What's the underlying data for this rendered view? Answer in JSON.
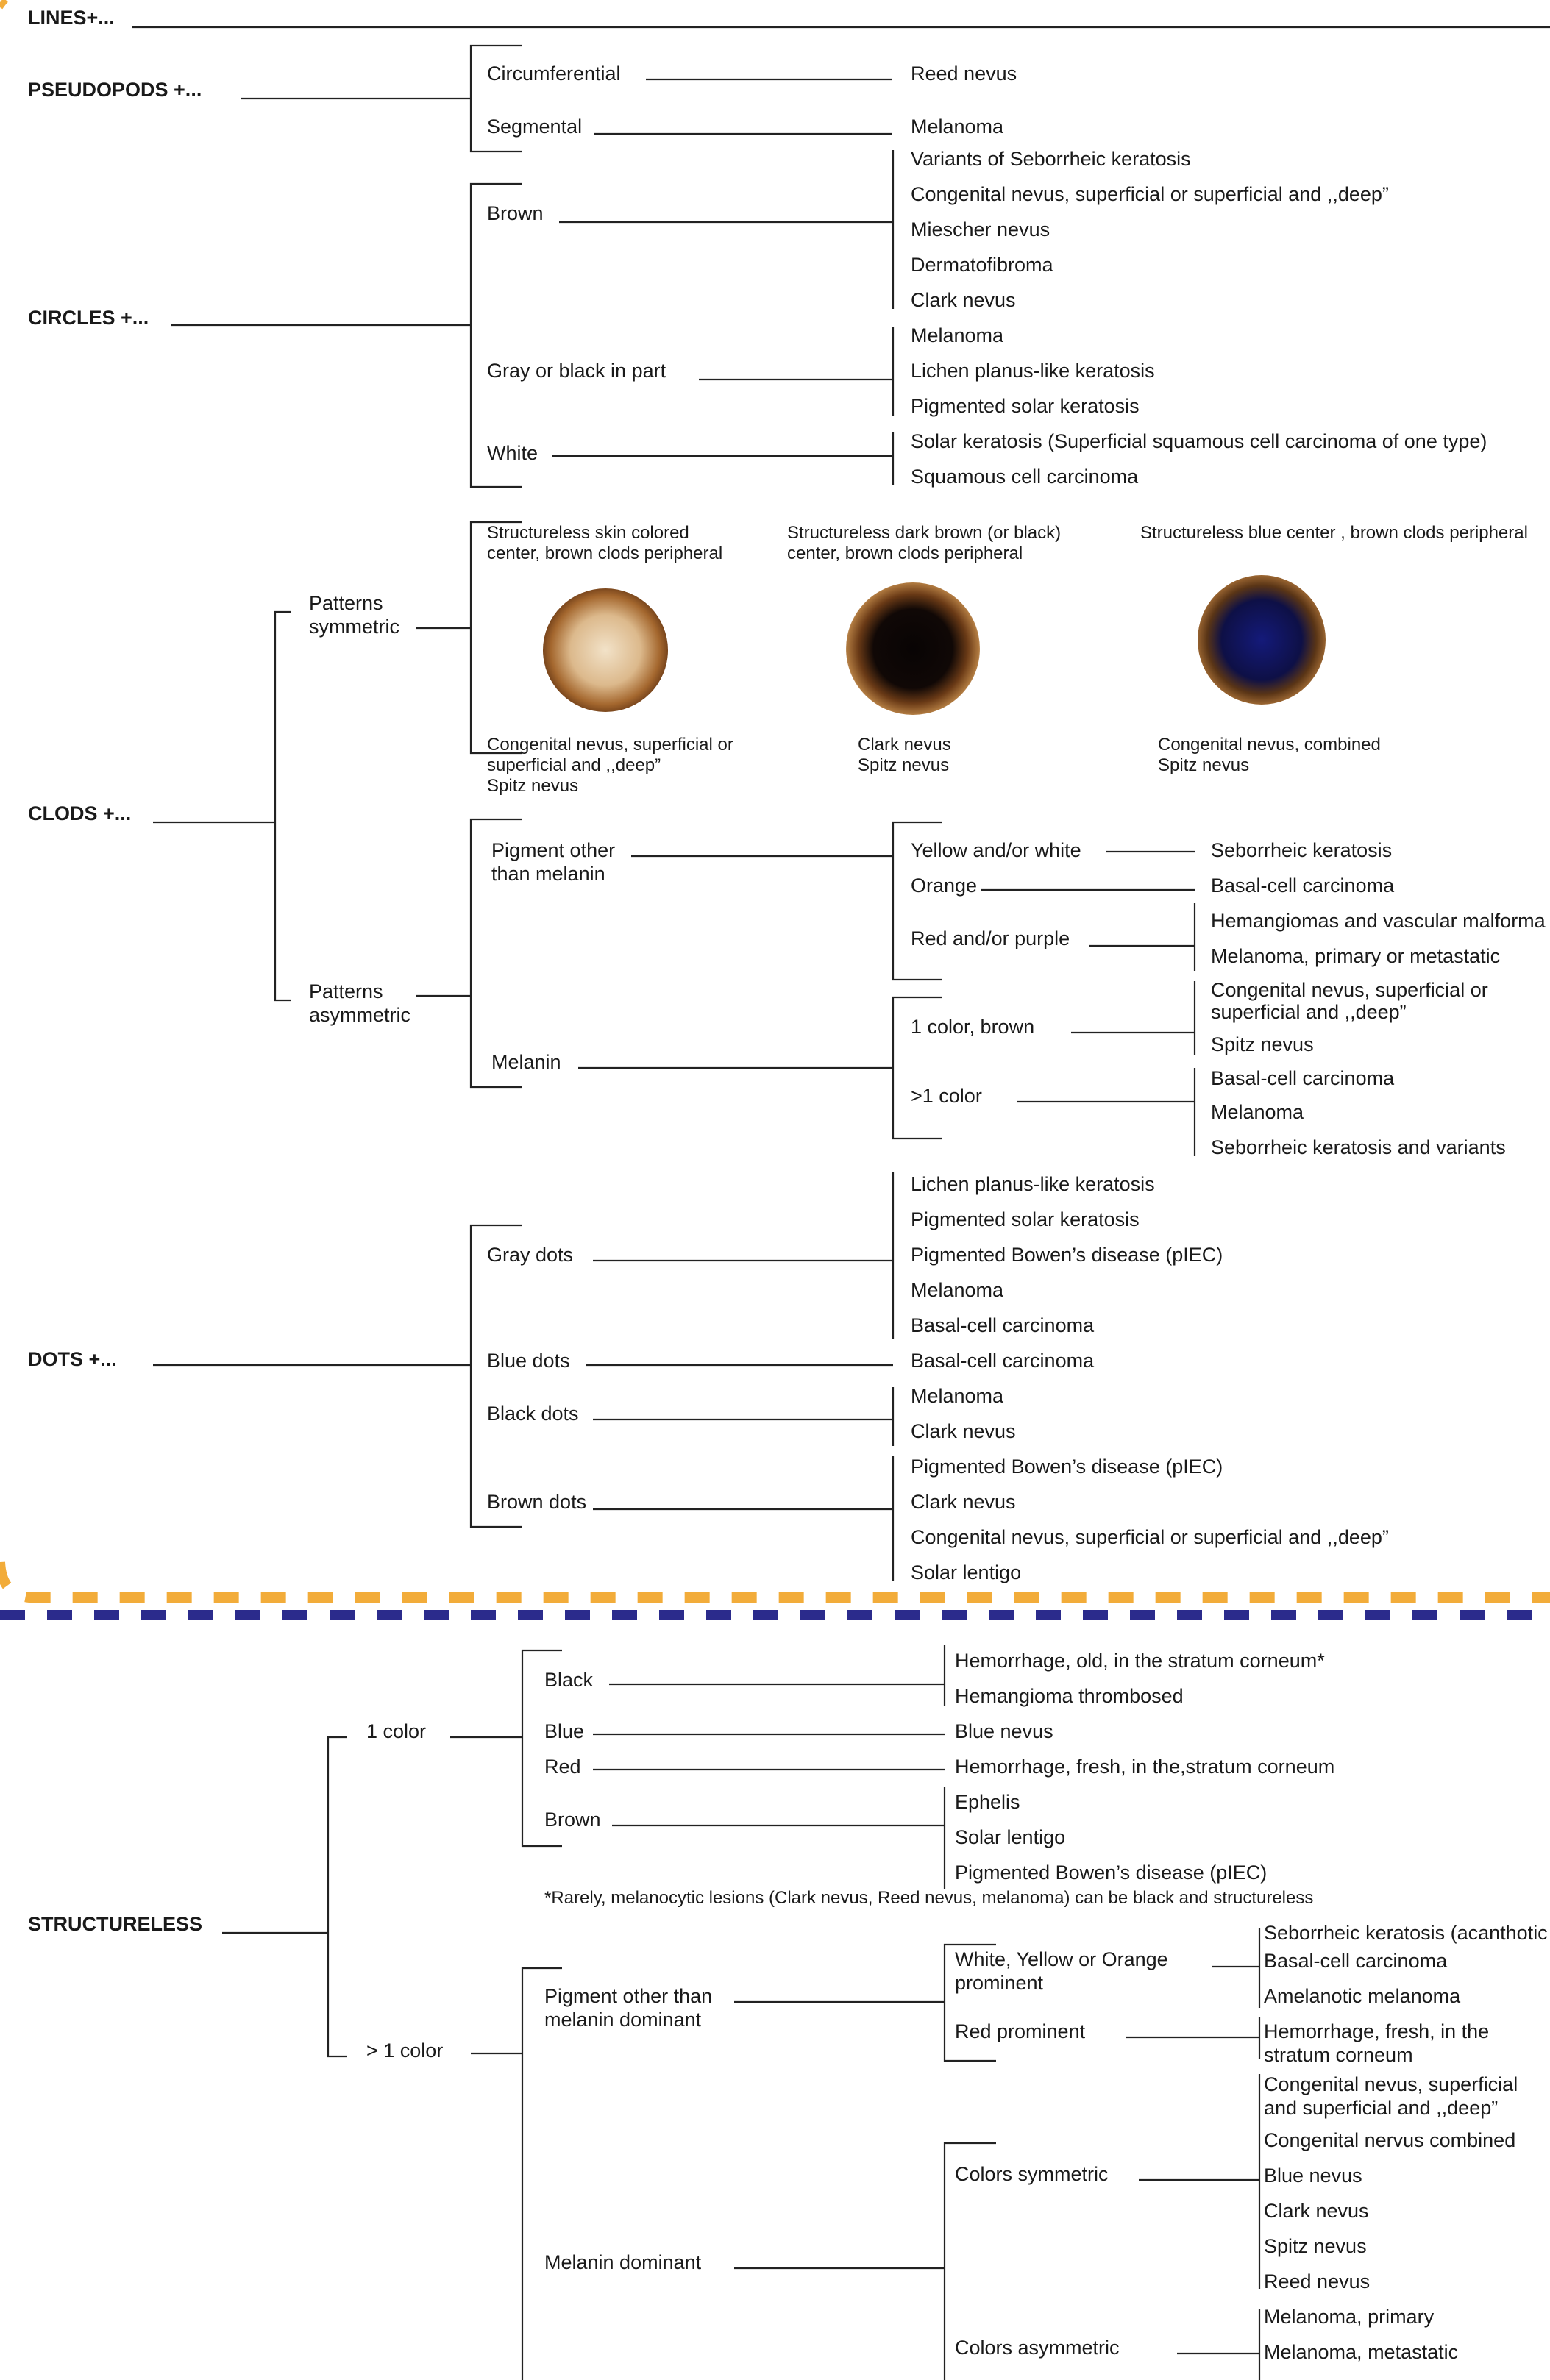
{
  "sections": {
    "lines": "LINES+...",
    "pseudopods": "PSEUDOPODS +...",
    "circles": "CIRCLES +...",
    "clods": "CLODS +...",
    "dots": "DOTS +...",
    "structureless": "STRUCTURELESS"
  },
  "pseudopods": {
    "circumferential": "Circumferential",
    "segmental": "Segmental",
    "reed_nevus": "Reed nevus",
    "melanoma": "Melanoma"
  },
  "circles": {
    "brown": "Brown",
    "gray": "Gray or black in part",
    "white": "White",
    "brown_dx": [
      "Variants of Seborrheic keratosis",
      "Congenital nevus, superficial or superficial and ,,deep”",
      "Miescher nevus",
      "Dermatofibroma",
      "Clark nevus"
    ],
    "gray_dx": [
      "Melanoma",
      "Lichen planus-like keratosis",
      "Pigmented solar keratosis"
    ],
    "white_dx": [
      "Solar keratosis (Superficial squamous cell carcinoma of one type)",
      "Squamous cell carcinoma"
    ]
  },
  "clods": {
    "symmetric": [
      "Patterns",
      "symmetric"
    ],
    "asymmetric": [
      "Patterns",
      "asymmetric"
    ],
    "img1_title": [
      "Structureless skin colored",
      "center, brown clods peripheral"
    ],
    "img2_title": [
      "Structureless  dark brown (or black)",
      "center, brown clods peripheral"
    ],
    "img3_title": "Structureless  blue center , brown clods peripheral",
    "img1_dx": [
      "Congenital nevus, superficial or",
      "superficial and ,,deep”",
      "Spitz nevus"
    ],
    "img2_dx": [
      "Clark nevus",
      "Spitz nevus"
    ],
    "img3_dx": [
      "Congenital nevus, combined",
      "Spitz nevus"
    ],
    "pigment_other": [
      "Pigment other",
      "than melanin"
    ],
    "melanin": "Melanin",
    "yellow_white": "Yellow and/or white",
    "orange": "Orange",
    "red_purple": "Red and/or purple",
    "one_brown": "1 color, brown",
    "more_one": ">1 color",
    "yw_dx": "Seborrheic keratosis",
    "orange_dx": "Basal-cell carcinoma",
    "rp_dx": [
      "Hemangiomas and vascular malforma",
      "Melanoma, primary or metastatic"
    ],
    "ob_dx": [
      "Congenital nevus, superficial or",
      "superficial and ,,deep”",
      "Spitz nevus"
    ],
    "mo_dx": [
      "Basal-cell carcinoma",
      "Melanoma",
      "Seborrheic keratosis and variants"
    ]
  },
  "dots": {
    "gray": "Gray dots",
    "blue": "Blue dots",
    "black": "Black dots",
    "brown": "Brown dots",
    "gray_dx": [
      "Lichen planus-like keratosis",
      "Pigmented solar keratosis",
      "Pigmented Bowen’s disease (pIEC)",
      "Melanoma",
      "Basal-cell carcinoma"
    ],
    "blue_dx": "Basal-cell carcinoma",
    "black_dx": [
      "Melanoma",
      "Clark nevus"
    ],
    "brown_dx": [
      "Pigmented Bowen’s disease (pIEC)",
      "Clark nevus",
      "Congenital nevus, superficial or superficial and ,,deep”",
      "Solar lentigo"
    ]
  },
  "structureless": {
    "one_color": "1 color",
    "more_color": "> 1 color",
    "black": "Black",
    "blue": "Blue",
    "red": "Red",
    "brown": "Brown",
    "black_dx": [
      "Hemorrhage, old, in the stratum corneum*",
      "Hemangioma thrombosed"
    ],
    "blue_dx": "Blue nevus",
    "red_dx": [
      "Hemorrhage, fresh, in the",
      "stratum corneum"
    ],
    "brown_dx": [
      "Ephelis",
      "Solar lentigo",
      "Pigmented Bowen’s disease (pIEC)"
    ],
    "footnote": "*Rarely, melanocytic lesions (Clark nevus, Reed nevus, melanoma) can be black and structureless",
    "pigment_other": [
      "Pigment other than",
      "melanin dominant"
    ],
    "melanin_dom": "Melanin dominant",
    "wyo": [
      "White, Yellow or Orange",
      "prominent"
    ],
    "red_prom": "Red prominent",
    "wyo_dx": [
      "Seborrheic keratosis (acanthotic",
      "Basal-cell carcinoma",
      "Amelanotic melanoma"
    ],
    "col_sym": "Colors symmetric",
    "col_asym": "Colors asymmetric",
    "sym_dx": [
      "Congenital nevus, superficial",
      "and superficial and ,,deep”",
      "Congenital nervus combined",
      "Blue nevus",
      "Clark nevus",
      "Spitz nevus",
      "Reed nevus"
    ],
    "asym_dx": [
      "Melanoma, primary",
      "Melanoma, metastatic"
    ]
  },
  "colors": {
    "orange_dash": "#f2ac3a",
    "navy_dash": "#2b2b8c",
    "line": "#222222"
  }
}
